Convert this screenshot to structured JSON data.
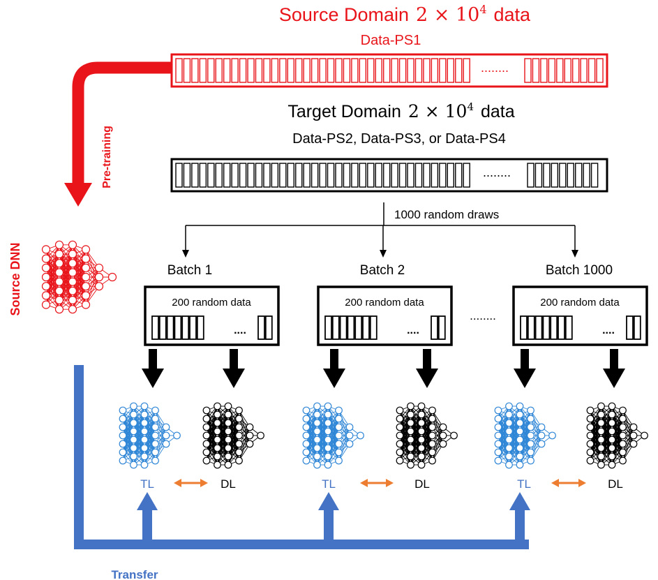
{
  "source": {
    "title_prefix": "Source Domain",
    "title_math": "2 × 10",
    "title_exp": "4",
    "title_suffix": "data",
    "dataset": "Data-PS1",
    "dots": "........"
  },
  "target": {
    "title_prefix": "Target Domain",
    "title_math": "2 × 10",
    "title_exp": "4",
    "title_suffix": "data",
    "datasets": "Data-PS2, Data-PS3, or Data-PS4",
    "dots": "........"
  },
  "pretraining_label": "Pre-training",
  "source_dnn_label": "Source DNN",
  "draws_label": "1000 random draws",
  "batches": [
    {
      "label": "Batch 1",
      "content": "200  random data",
      "ellipsis": "...."
    },
    {
      "label": "Batch 2",
      "content": "200  random data",
      "ellipsis": "...."
    },
    {
      "label": "Batch 1000",
      "content": "200  random data",
      "ellipsis": "...."
    }
  ],
  "between_batches": "........",
  "tl_label": "TL",
  "dl_label": "DL",
  "transfer_label": "Transfer",
  "colors": {
    "red": "#e8141a",
    "blue": "#4472c4",
    "net_blue": "#2f86d6",
    "orange": "#ed7d31",
    "black": "#000000"
  }
}
